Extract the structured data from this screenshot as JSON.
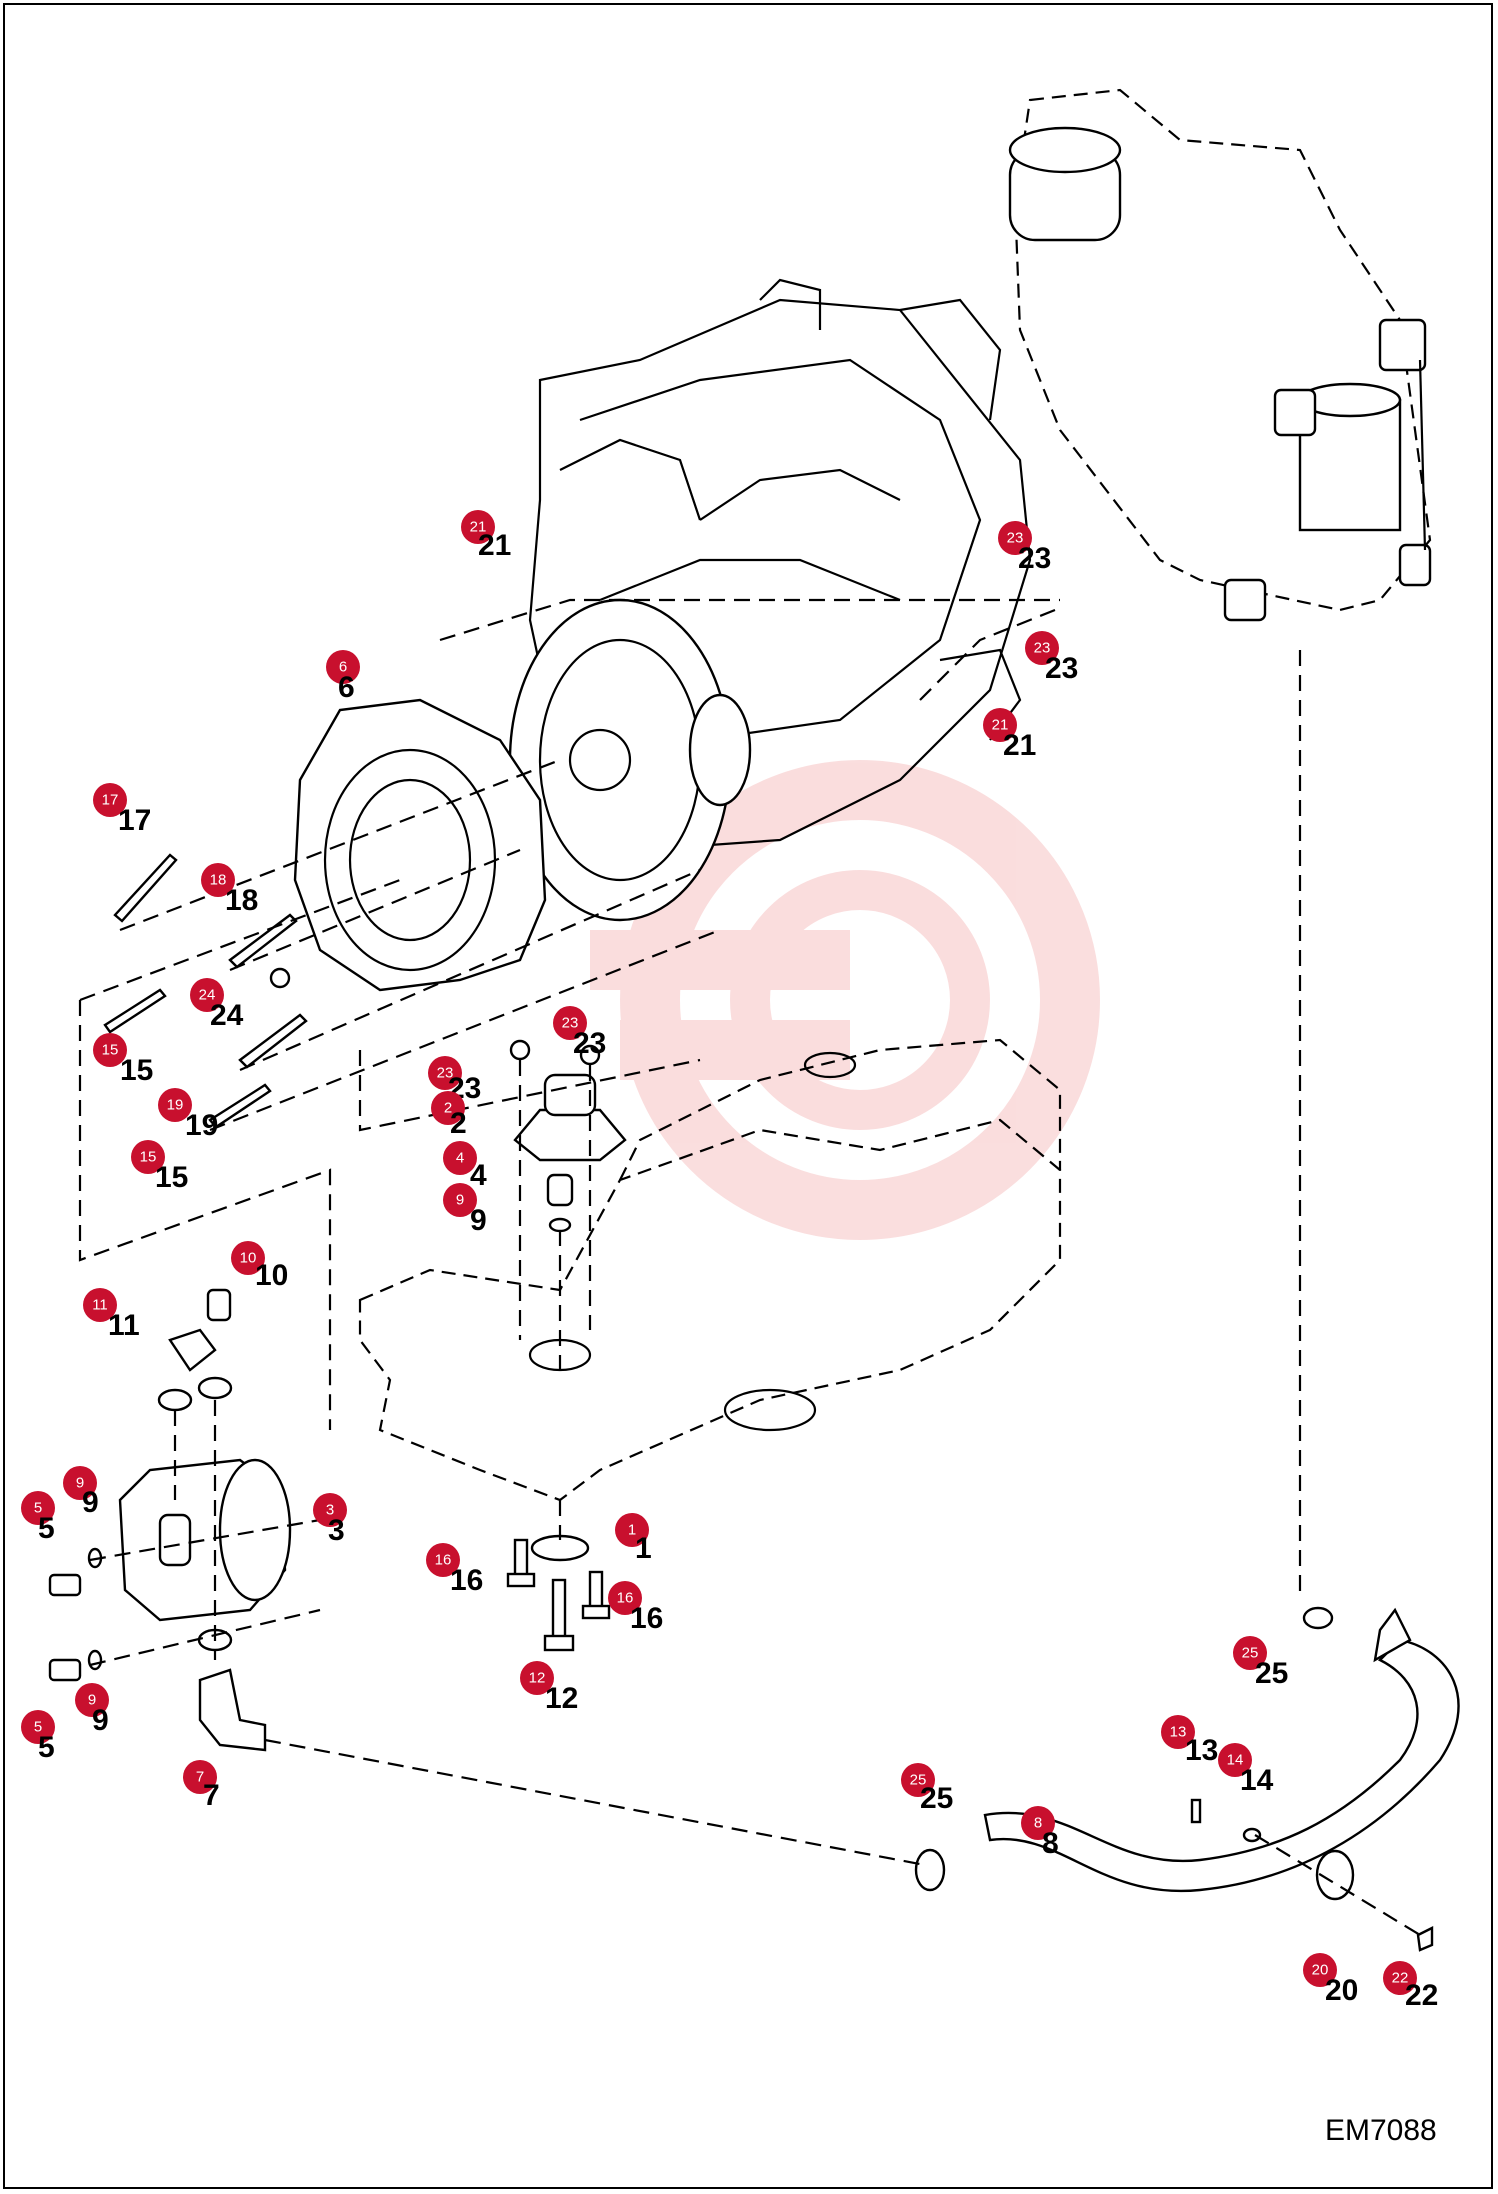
{
  "diagram_code": "EM7088",
  "colors": {
    "badge": "#c8102e",
    "line": "#000000",
    "watermark": "#f2b8b8"
  },
  "callouts": [
    {
      "id": "c21a",
      "label": "21",
      "badge": "21"
    },
    {
      "id": "c23a",
      "label": "23",
      "badge": "23"
    },
    {
      "id": "c23b",
      "label": "23",
      "badge": "23"
    },
    {
      "id": "c21b",
      "label": "21",
      "badge": "21"
    },
    {
      "id": "c6",
      "label": "6",
      "badge": "6"
    },
    {
      "id": "c17",
      "label": "17",
      "badge": "17"
    },
    {
      "id": "c18",
      "label": "18",
      "badge": "18"
    },
    {
      "id": "c24",
      "label": "24",
      "badge": "24"
    },
    {
      "id": "c15a",
      "label": "15",
      "badge": "15"
    },
    {
      "id": "c19",
      "label": "19",
      "badge": "19"
    },
    {
      "id": "c15b",
      "label": "15",
      "badge": "15"
    },
    {
      "id": "c23c",
      "label": "23",
      "badge": "23"
    },
    {
      "id": "c23d",
      "label": "23",
      "badge": "23"
    },
    {
      "id": "c2",
      "label": "2",
      "badge": "2"
    },
    {
      "id": "c4",
      "label": "4",
      "badge": "4"
    },
    {
      "id": "c9a",
      "label": "9",
      "badge": "9"
    },
    {
      "id": "c10",
      "label": "10",
      "badge": "10"
    },
    {
      "id": "c11",
      "label": "11",
      "badge": "11"
    },
    {
      "id": "c9b",
      "label": "9",
      "badge": "9"
    },
    {
      "id": "c5a",
      "label": "5",
      "badge": "5"
    },
    {
      "id": "c3",
      "label": "3",
      "badge": "3"
    },
    {
      "id": "c1",
      "label": "1",
      "badge": "1"
    },
    {
      "id": "c16a",
      "label": "16",
      "badge": "16"
    },
    {
      "id": "c16b",
      "label": "16",
      "badge": "16"
    },
    {
      "id": "c12",
      "label": "12",
      "badge": "12"
    },
    {
      "id": "c5b",
      "label": "5",
      "badge": "5"
    },
    {
      "id": "c9c",
      "label": "9",
      "badge": "9"
    },
    {
      "id": "c7",
      "label": "7",
      "badge": "7"
    },
    {
      "id": "c25a",
      "label": "25",
      "badge": "25"
    },
    {
      "id": "c13",
      "label": "13",
      "badge": "13"
    },
    {
      "id": "c14",
      "label": "14",
      "badge": "14"
    },
    {
      "id": "c25b",
      "label": "25",
      "badge": "25"
    },
    {
      "id": "c8",
      "label": "8",
      "badge": "8"
    },
    {
      "id": "c20",
      "label": "20",
      "badge": "20"
    },
    {
      "id": "c22",
      "label": "22",
      "badge": "22"
    }
  ]
}
